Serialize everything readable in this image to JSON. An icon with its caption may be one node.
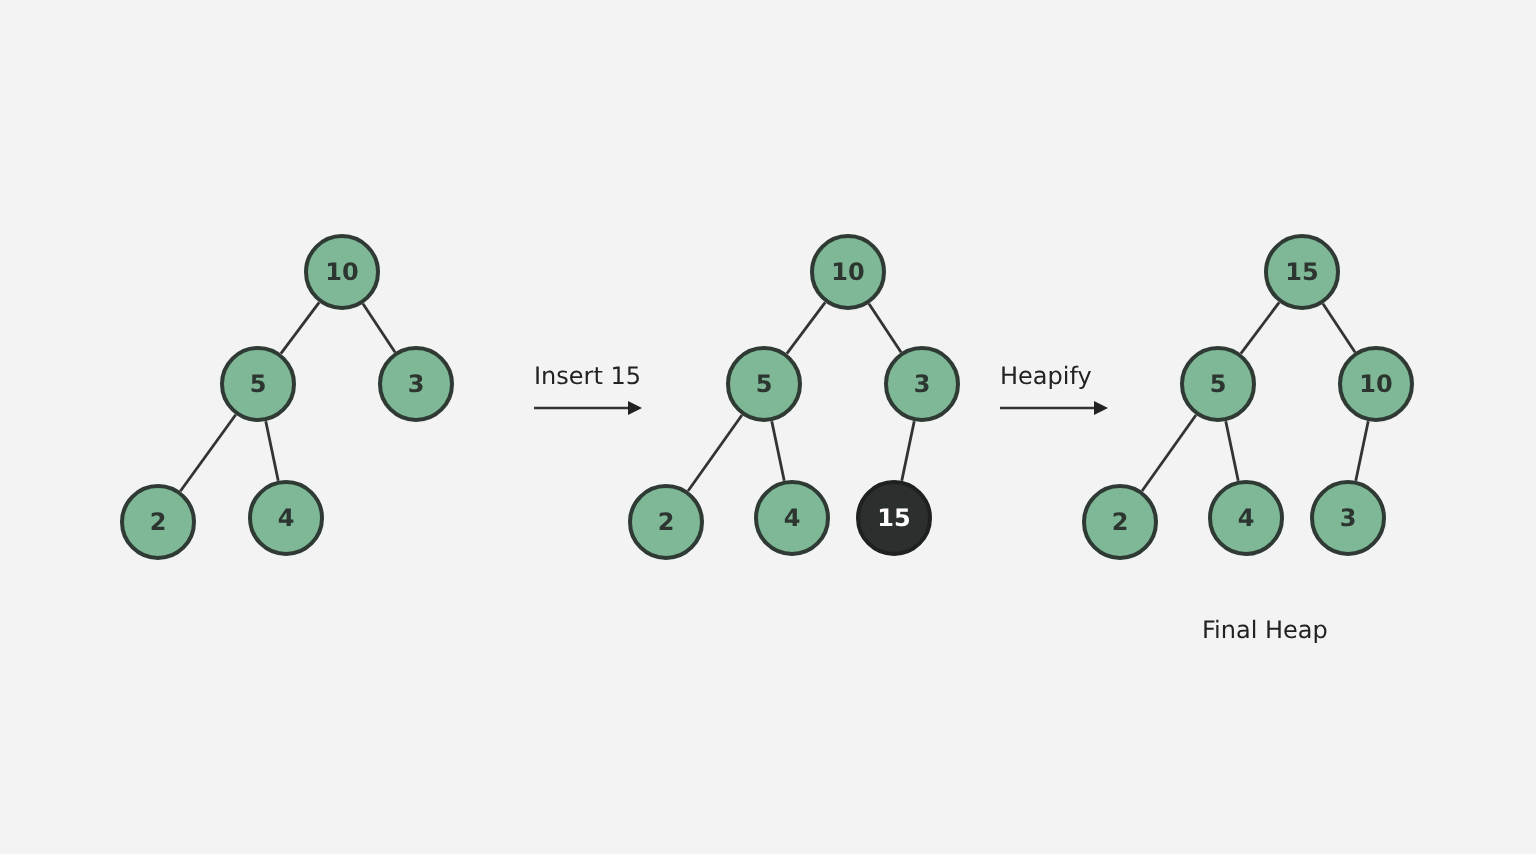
{
  "diagram": {
    "nodes": [
      {
        "text": [
          "10"
        ]
      },
      {
        "text": [
          "5"
        ]
      },
      {
        "text": [
          "3"
        ]
      },
      {
        "text": [
          "2"
        ]
      },
      {
        "text": [
          "4"
        ]
      },
      {
        "text": [
          "10"
        ]
      },
      {
        "text": [
          "5"
        ]
      },
      {
        "text": [
          "3"
        ]
      },
      {
        "text": [
          "2"
        ]
      },
      {
        "text": [
          "4"
        ]
      },
      {
        "text": [
          "15"
        ]
      },
      {
        "text": [
          "15"
        ]
      },
      {
        "text": [
          "5"
        ]
      },
      {
        "text": [
          "10"
        ]
      },
      {
        "text": [
          "2"
        ]
      },
      {
        "text": [
          "4"
        ]
      },
      {
        "text": [
          "3"
        ]
      }
    ],
    "edges": [
      {
        "from": 0,
        "to": 1,
        "arrow": "none"
      },
      {
        "from": 0,
        "to": 2,
        "arrow": "none"
      },
      {
        "from": 1,
        "to": 3,
        "arrow": "none"
      },
      {
        "from": 1,
        "to": 4,
        "arrow": "none"
      },
      {
        "from": 5,
        "to": 6,
        "arrow": "none"
      },
      {
        "from": 5,
        "to": 7,
        "arrow": "none"
      },
      {
        "from": 6,
        "to": 8,
        "arrow": "none"
      },
      {
        "from": 6,
        "to": 9,
        "arrow": "none"
      },
      {
        "from": 7,
        "to": 10,
        "arrow": "none"
      },
      {
        "from": 11,
        "to": 12,
        "arrow": "none"
      },
      {
        "from": 11,
        "to": 13,
        "arrow": "none"
      },
      {
        "from": 12,
        "to": 14,
        "arrow": "none"
      },
      {
        "from": 12,
        "to": 15,
        "arrow": "none"
      },
      {
        "from": 13,
        "to": 16,
        "arrow": "none"
      }
    ],
    "labels": [
      "Insert 15",
      "Heapify",
      "Final Heap"
    ]
  }
}
